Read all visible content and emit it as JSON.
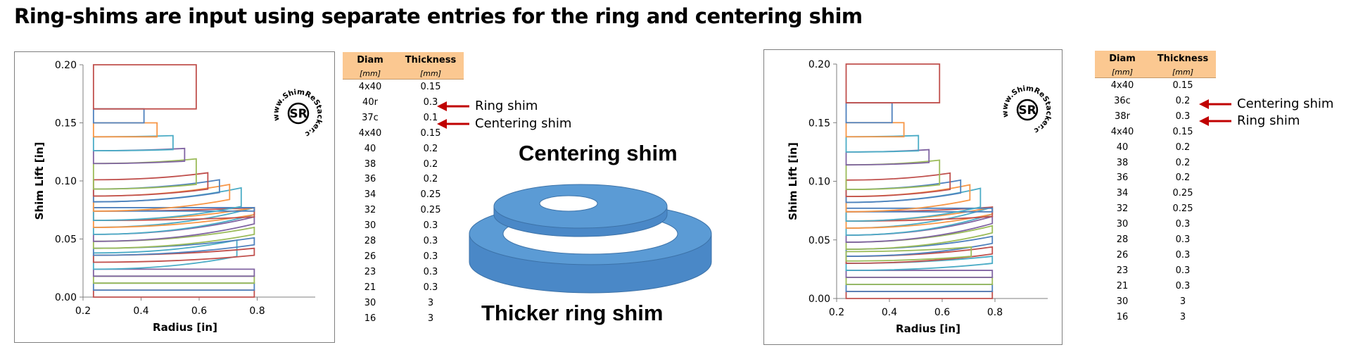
{
  "title": "Ring-shims are input using separate entries for the ring and centering shim",
  "logo": {
    "letters": "SR",
    "ring_text": "www.ShimReStacker.com"
  },
  "tables": [
    {
      "headers": [
        "Diam",
        "Thickness"
      ],
      "units": [
        "[mm]",
        "[mm]"
      ],
      "rows": [
        [
          "4x40",
          "0.15"
        ],
        [
          "40r",
          "0.3"
        ],
        [
          "37c",
          "0.1"
        ],
        [
          "4x40",
          "0.15"
        ],
        [
          "40",
          "0.2"
        ],
        [
          "38",
          "0.2"
        ],
        [
          "36",
          "0.2"
        ],
        [
          "34",
          "0.25"
        ],
        [
          "32",
          "0.25"
        ],
        [
          "30",
          "0.3"
        ],
        [
          "28",
          "0.3"
        ],
        [
          "26",
          "0.3"
        ],
        [
          "23",
          "0.3"
        ],
        [
          "21",
          "0.3"
        ],
        [
          "30",
          "3"
        ],
        [
          "16",
          "3"
        ]
      ]
    },
    {
      "headers": [
        "Diam",
        "Thickness"
      ],
      "units": [
        "[mm]",
        "[mm]"
      ],
      "rows": [
        [
          "4x40",
          "0.15"
        ],
        [
          "36c",
          "0.2"
        ],
        [
          "38r",
          "0.3"
        ],
        [
          "4x40",
          "0.15"
        ],
        [
          "40",
          "0.2"
        ],
        [
          "38",
          "0.2"
        ],
        [
          "36",
          "0.2"
        ],
        [
          "34",
          "0.25"
        ],
        [
          "32",
          "0.25"
        ],
        [
          "30",
          "0.3"
        ],
        [
          "28",
          "0.3"
        ],
        [
          "26",
          "0.3"
        ],
        [
          "23",
          "0.3"
        ],
        [
          "21",
          "0.3"
        ],
        [
          "30",
          "3"
        ],
        [
          "16",
          "3"
        ]
      ]
    }
  ],
  "callouts": {
    "left": [
      "Ring shim",
      "Centering shim"
    ],
    "right": [
      "Centering shim",
      "Ring shim"
    ]
  },
  "illustration": {
    "top_label": "Centering shim",
    "bottom_label": "Thicker ring shim",
    "color": "#5b9bd5"
  },
  "colors": {
    "arrow": "#c00000",
    "table_header": "#fbc891"
  },
  "chart_data": [
    {
      "type": "line",
      "title": "",
      "xlabel": "Radius [in]",
      "ylabel": "Shim Lift [in]",
      "xlim": [
        0.2,
        1.0
      ],
      "ylim": [
        0,
        0.2
      ],
      "xticks": [
        0.2,
        0.4,
        0.6,
        0.8
      ],
      "xtick_labels": [
        "0.2",
        "0.4",
        "0.6",
        "0.8"
      ],
      "yticks": [
        0,
        0.05,
        0.1,
        0.15,
        0.2
      ],
      "ytick_labels": [
        "0.00",
        "0.05",
        "0.10",
        "0.15",
        "0.20"
      ],
      "inner_radius": 0.236,
      "series": [
        {
          "color": "#c0504d",
          "r": 0.79,
          "y0": 0.0,
          "y1": 0.006,
          "dy": 0
        },
        {
          "color": "#4f81bd",
          "r": 0.79,
          "y0": 0.006,
          "y1": 0.012,
          "dy": 0
        },
        {
          "color": "#9bbb59",
          "r": 0.79,
          "y0": 0.012,
          "y1": 0.018,
          "dy": 0
        },
        {
          "color": "#8064a2",
          "r": 0.79,
          "y0": 0.018,
          "y1": 0.024,
          "dy": 0
        },
        {
          "color": "#4bacc6",
          "r": 0.73,
          "y0": 0.024,
          "y1": 0.038,
          "dy": 0.011
        },
        {
          "color": "#c0504d",
          "r": 0.79,
          "y0": 0.03,
          "y1": 0.036,
          "dy": 0.006
        },
        {
          "color": "#4f81bd",
          "r": 0.79,
          "y0": 0.036,
          "y1": 0.042,
          "dy": 0.009
        },
        {
          "color": "#9bbb59",
          "r": 0.79,
          "y0": 0.042,
          "y1": 0.048,
          "dy": 0.012
        },
        {
          "color": "#8064a2",
          "r": 0.79,
          "y0": 0.048,
          "y1": 0.054,
          "dy": 0.015
        },
        {
          "color": "#4bacc6",
          "r": 0.79,
          "y0": 0.054,
          "y1": 0.06,
          "dy": 0.017
        },
        {
          "color": "#f79646",
          "r": 0.79,
          "y0": 0.06,
          "y1": 0.066,
          "dy": 0.011
        },
        {
          "color": "#c0504d",
          "r": 0.79,
          "y0": 0.066,
          "y1": 0.074,
          "dy": 0.003
        },
        {
          "color": "#4f81bd",
          "r": 0.79,
          "y0": 0.074,
          "y1": 0.077,
          "dy": 0.0
        },
        {
          "color": "#4bacc6",
          "r": 0.745,
          "y0": 0.066,
          "y1": 0.082,
          "dy": 0.012
        },
        {
          "color": "#f79646",
          "r": 0.705,
          "y0": 0.074,
          "y1": 0.087,
          "dy": 0.01
        },
        {
          "color": "#4f81bd",
          "r": 0.67,
          "y0": 0.082,
          "y1": 0.093,
          "dy": 0.008
        },
        {
          "color": "#c0504d",
          "r": 0.63,
          "y0": 0.087,
          "y1": 0.101,
          "dy": 0.006
        },
        {
          "color": "#9bbb59",
          "r": 0.59,
          "y0": 0.093,
          "y1": 0.115,
          "dy": 0.004
        },
        {
          "color": "#8064a2",
          "r": 0.55,
          "y0": 0.115,
          "y1": 0.126,
          "dy": 0.002
        },
        {
          "color": "#4bacc6",
          "r": 0.51,
          "y0": 0.126,
          "y1": 0.138,
          "dy": 0.001
        },
        {
          "color": "#f79646",
          "r": 0.455,
          "y0": 0.138,
          "y1": 0.15,
          "dy": 0.0
        },
        {
          "color": "#4f81bd",
          "r": 0.41,
          "y0": 0.15,
          "y1": 0.162,
          "dy": 0.0
        },
        {
          "color": "#c0504d",
          "r": 0.59,
          "y0": 0.162,
          "y1": 0.2,
          "dy": 0.0
        }
      ]
    },
    {
      "type": "line",
      "title": "",
      "xlabel": "Radius [in]",
      "ylabel": "Shim Lift [in]",
      "xlim": [
        0.2,
        1.0
      ],
      "ylim": [
        0,
        0.2
      ],
      "xticks": [
        0.2,
        0.4,
        0.6,
        0.8
      ],
      "xtick_labels": [
        "0.2",
        "0.4",
        "0.6",
        "0.8"
      ],
      "yticks": [
        0,
        0.05,
        0.1,
        0.15,
        0.2
      ],
      "ytick_labels": [
        "0.00",
        "0.05",
        "0.10",
        "0.15",
        "0.20"
      ],
      "inner_radius": 0.236,
      "series": [
        {
          "color": "#c0504d",
          "r": 0.79,
          "y0": 0.0,
          "y1": 0.006,
          "dy": 0
        },
        {
          "color": "#4f81bd",
          "r": 0.79,
          "y0": 0.006,
          "y1": 0.012,
          "dy": 0
        },
        {
          "color": "#9bbb59",
          "r": 0.79,
          "y0": 0.012,
          "y1": 0.018,
          "dy": 0
        },
        {
          "color": "#8064a2",
          "r": 0.79,
          "y0": 0.018,
          "y1": 0.024,
          "dy": 0
        },
        {
          "color": "#4bacc6",
          "r": 0.79,
          "y0": 0.024,
          "y1": 0.03,
          "dy": 0.006
        },
        {
          "color": "#c0504d",
          "r": 0.79,
          "y0": 0.03,
          "y1": 0.036,
          "dy": 0.008
        },
        {
          "color": "#4f81bd",
          "r": 0.79,
          "y0": 0.036,
          "y1": 0.042,
          "dy": 0.011
        },
        {
          "color": "#9bbb59",
          "r": 0.79,
          "y0": 0.042,
          "y1": 0.048,
          "dy": 0.014
        },
        {
          "color": "#8064a2",
          "r": 0.79,
          "y0": 0.048,
          "y1": 0.054,
          "dy": 0.016
        },
        {
          "color": "#4bacc6",
          "r": 0.79,
          "y0": 0.054,
          "y1": 0.06,
          "dy": 0.018
        },
        {
          "color": "#f79646",
          "r": 0.79,
          "y0": 0.06,
          "y1": 0.066,
          "dy": 0.012
        },
        {
          "color": "#c0504d",
          "r": 0.79,
          "y0": 0.066,
          "y1": 0.074,
          "dy": 0.004
        },
        {
          "color": "#4f81bd",
          "r": 0.79,
          "y0": 0.074,
          "y1": 0.077,
          "dy": 0.0
        },
        {
          "color": "#9bbb59",
          "r": 0.71,
          "y0": 0.032,
          "y1": 0.04,
          "dy": 0.004
        },
        {
          "color": "#4bacc6",
          "r": 0.745,
          "y0": 0.066,
          "y1": 0.082,
          "dy": 0.012
        },
        {
          "color": "#f79646",
          "r": 0.705,
          "y0": 0.074,
          "y1": 0.087,
          "dy": 0.01
        },
        {
          "color": "#4f81bd",
          "r": 0.67,
          "y0": 0.082,
          "y1": 0.093,
          "dy": 0.008
        },
        {
          "color": "#c0504d",
          "r": 0.63,
          "y0": 0.087,
          "y1": 0.101,
          "dy": 0.006
        },
        {
          "color": "#9bbb59",
          "r": 0.59,
          "y0": 0.093,
          "y1": 0.114,
          "dy": 0.004
        },
        {
          "color": "#8064a2",
          "r": 0.55,
          "y0": 0.114,
          "y1": 0.125,
          "dy": 0.002
        },
        {
          "color": "#4bacc6",
          "r": 0.51,
          "y0": 0.125,
          "y1": 0.138,
          "dy": 0.001
        },
        {
          "color": "#f79646",
          "r": 0.455,
          "y0": 0.138,
          "y1": 0.15,
          "dy": 0.0
        },
        {
          "color": "#4f81bd",
          "r": 0.41,
          "y0": 0.15,
          "y1": 0.167,
          "dy": 0.0
        },
        {
          "color": "#c0504d",
          "r": 0.59,
          "y0": 0.167,
          "y1": 0.2,
          "dy": 0.0
        }
      ]
    }
  ]
}
